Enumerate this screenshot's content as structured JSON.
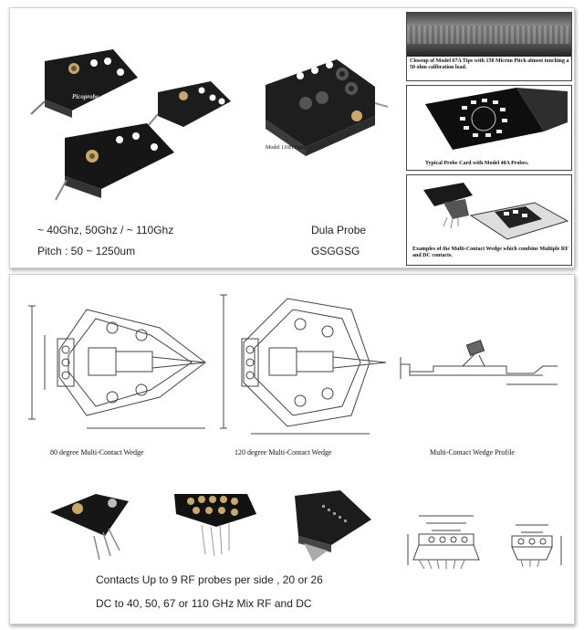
{
  "top_panel": {
    "left_caption_1": "~ 40Ghz, 50Ghz / ~ 110Ghz",
    "left_caption_2": "Pitch : 50 ~ 1250um",
    "mid_caption_1": "Dula Probe",
    "mid_caption_2": "GSGGSG",
    "model_label": "Model 110H Dual",
    "probe_brand": "Picoprobe",
    "photo_captions": [
      "Closeup of Model 67A Tips with 150 Micron Pitch almost touching a 50 ohm calibration load.",
      "Typical Probe Card with Model 40A Probes.",
      "Examples of the Multi-Contact Wedge which combine Multiple RF and DC contacts."
    ]
  },
  "bottom_panel": {
    "drawing_captions": [
      "80 degree Multi-Contact Wedge",
      "120 degree Multi-Contact Wedge",
      "Multi-Contact Wedge Profile"
    ],
    "caption_1": "Contacts Up to 9 RF probes per side , 20 or 26",
    "caption_2": "DC to 40, 50, 67 or 110 GHz Mix RF and DC"
  }
}
